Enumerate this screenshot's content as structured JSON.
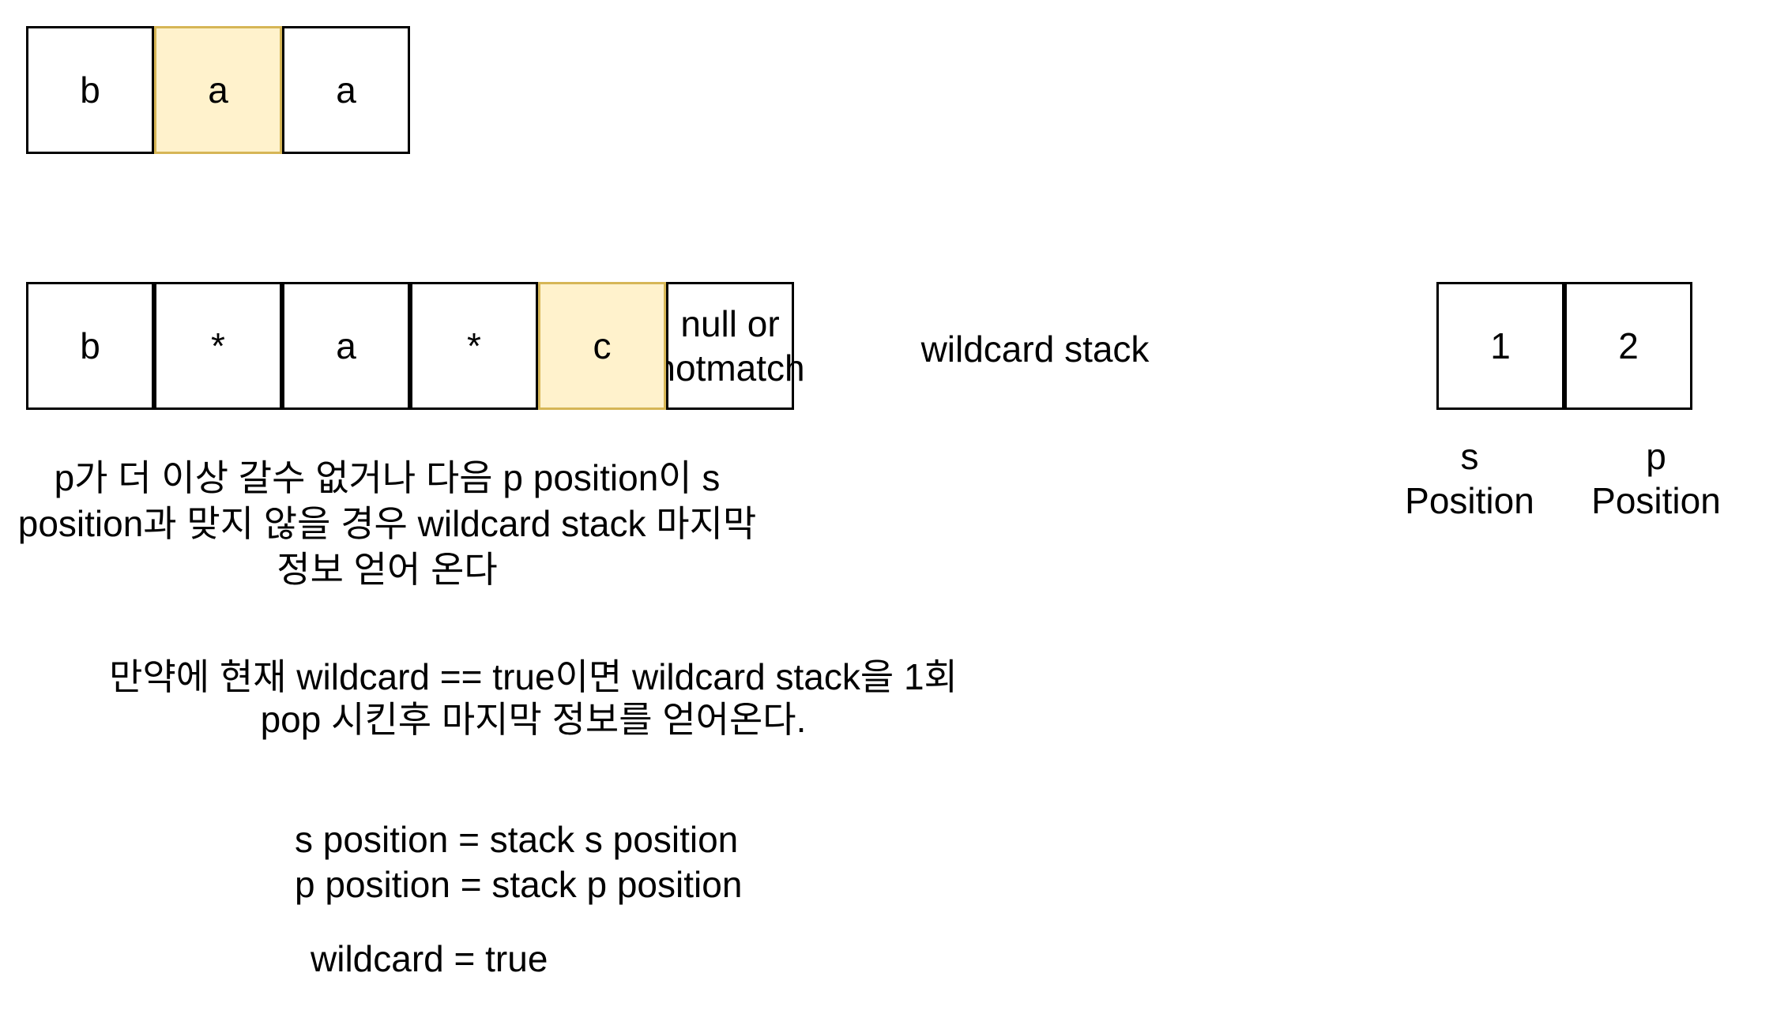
{
  "string_s": {
    "cells": [
      "b",
      "a",
      "a"
    ],
    "highlight_index": 1
  },
  "pattern_p": {
    "cells": [
      "b",
      "*",
      "a",
      "*",
      "c",
      "null or notmatch"
    ],
    "highlight_index": 4
  },
  "wildcard_stack": {
    "label": "wildcard stack",
    "values": [
      "1",
      "2"
    ],
    "captions": [
      "s\nPosition",
      "p\nPosition"
    ]
  },
  "notes": {
    "note1": "p가 더 이상 갈수 없거나 다음 p position이 s position과 맞지 않을 경우 wildcard stack 마지막 정보 얻어 온다",
    "note2": "만약에 현재 wildcard == true이면 wildcard stack을 1회 pop 시킨후 마지막 정보를 얻어온다.",
    "assign_s": "s position = stack s position",
    "assign_p": "p position = stack p position",
    "assign_wildcard": "wildcard = true"
  },
  "colors": {
    "highlight_fill": "#fff2cc",
    "highlight_stroke": "#d6b656",
    "stroke": "#000000"
  }
}
